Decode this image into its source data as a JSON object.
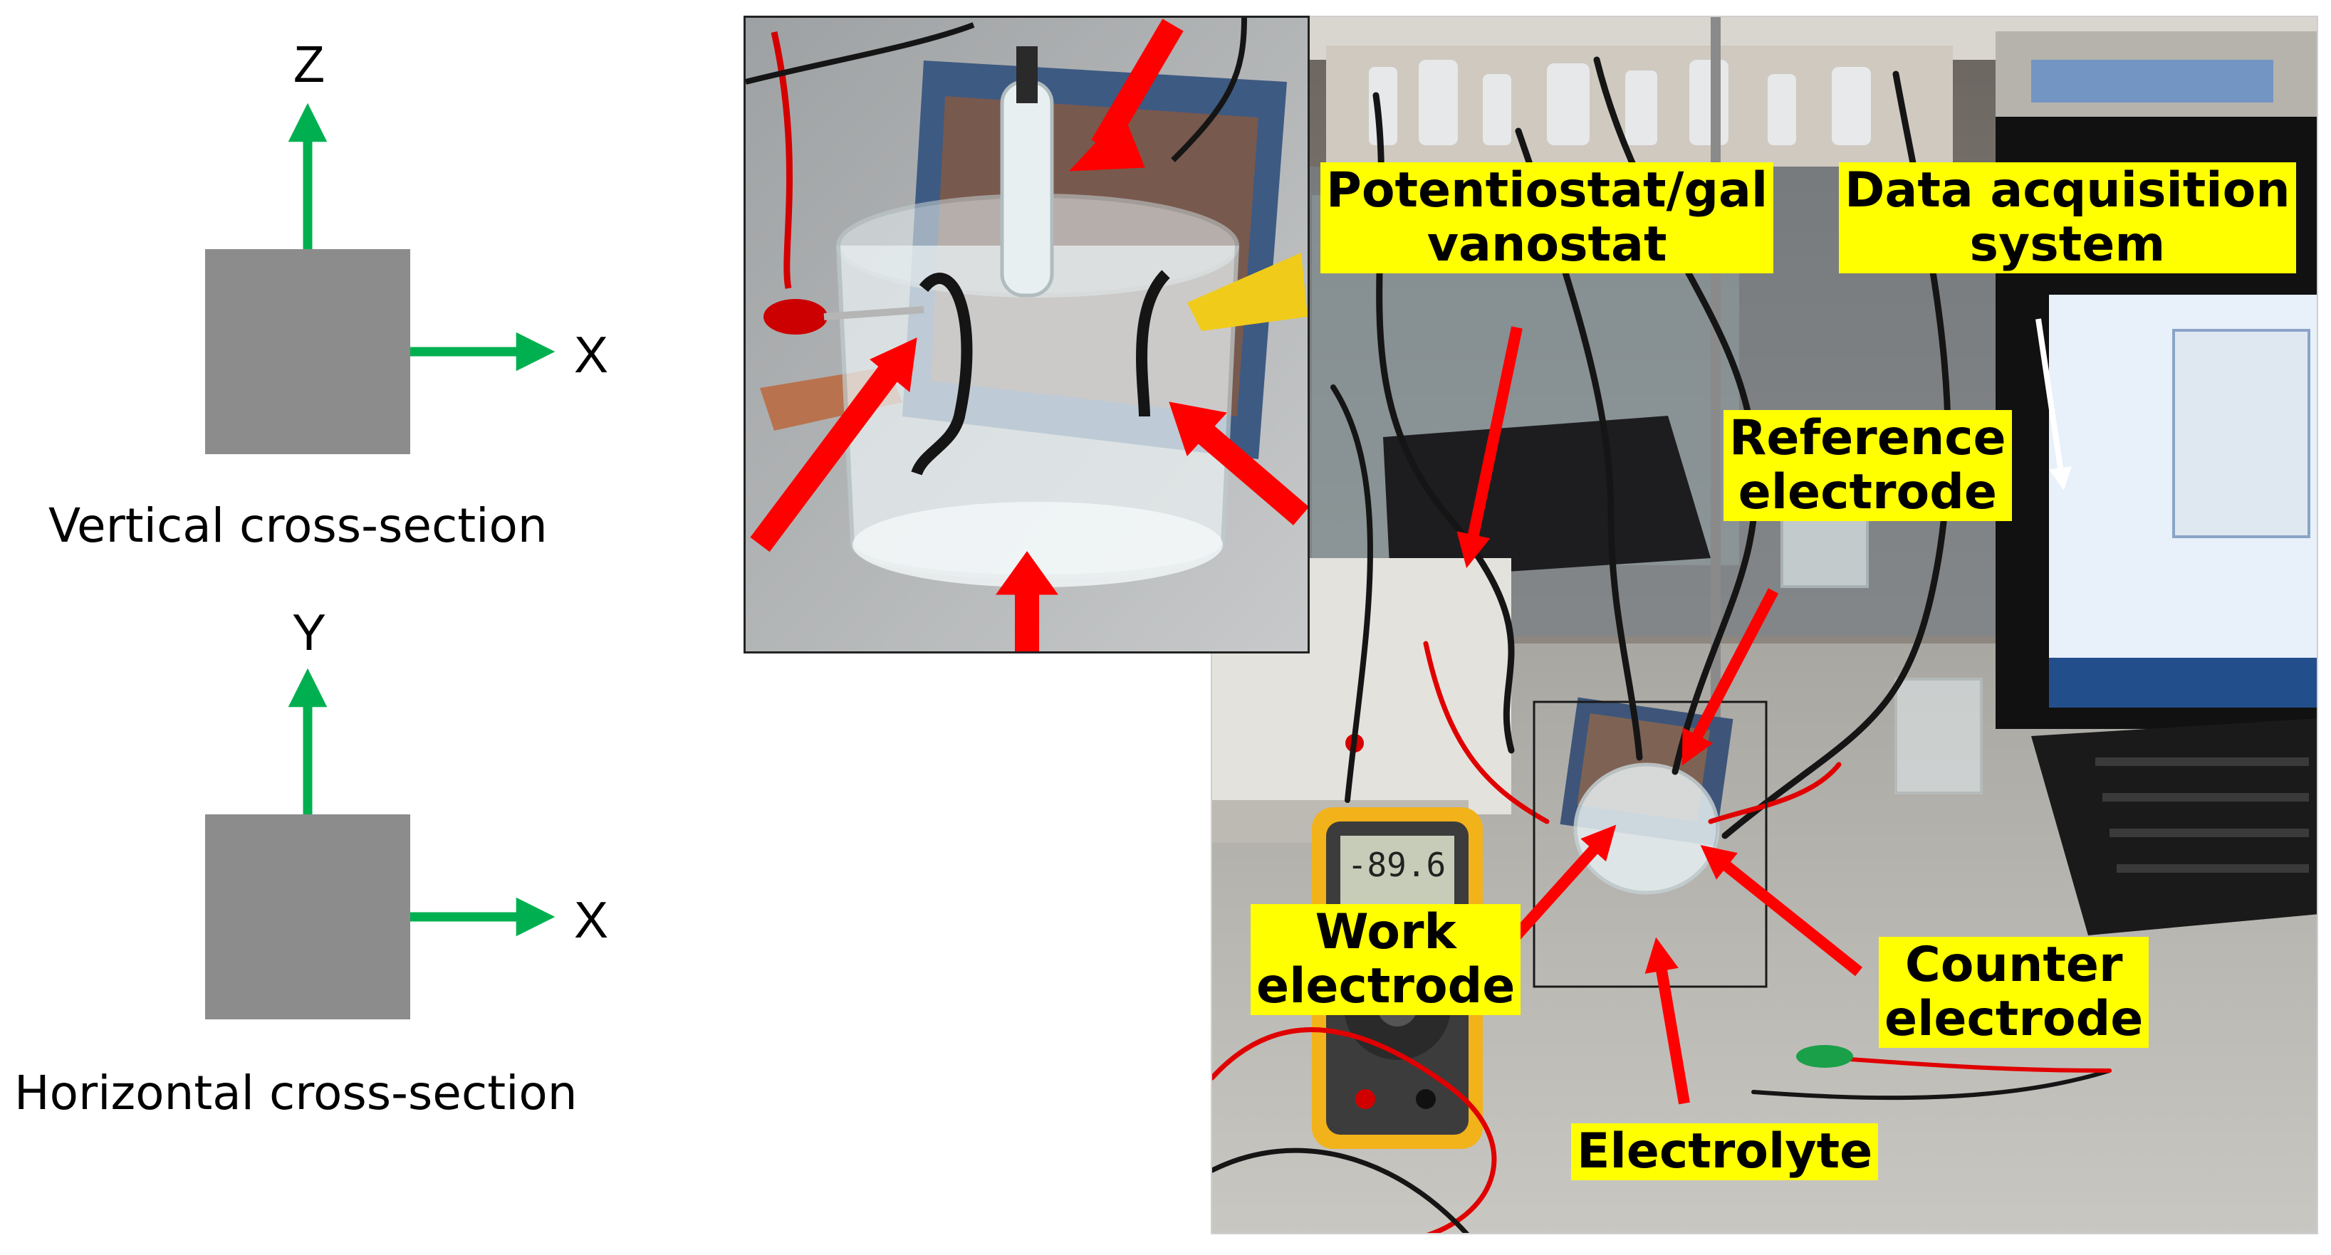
{
  "diagram": {
    "vertical": {
      "up_axis_label": "Z",
      "right_axis_label": "X",
      "caption": "Vertical cross-section"
    },
    "horizontal": {
      "up_axis_label": "Y",
      "right_axis_label": "X",
      "caption": "Horizontal cross-section"
    },
    "labels": {
      "potentiostat_line1": "Potentiostat/gal",
      "potentiostat_line2": "vanostat",
      "daq_line1": "Data acquisition",
      "daq_line2": "system",
      "reference_line1": "Reference",
      "reference_line2": "electrode",
      "work_line1": "Work",
      "work_line2": "electrode",
      "counter_line1": "Counter",
      "counter_line2": "electrode",
      "electrolyte": "Electrolyte"
    },
    "multimeter_reading": "-89.6",
    "colors": {
      "axis_arrow": "#00b050",
      "cross_section_box": "#8c8c8c",
      "pointer_arrow": "#ff0000",
      "label_background": "#ffff00"
    }
  }
}
